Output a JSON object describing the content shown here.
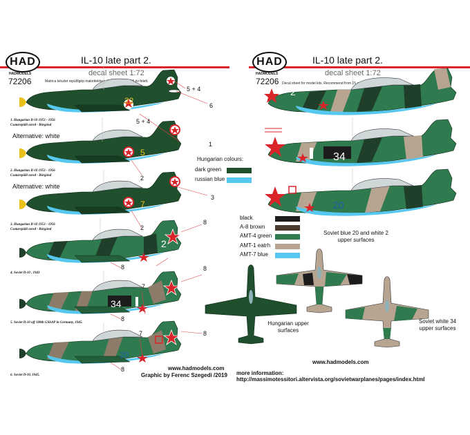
{
  "header": {
    "logo_text": "HAD",
    "brand": "HADMODELS",
    "left": {
      "code": "72206",
      "title": "IL-10 late part 2.",
      "subtitle": "decal sheet 1:72",
      "note": "Matrica készlet repülőgép makettekhez. Ajánlott életkor 15 év felett."
    },
    "right": {
      "code": "72206",
      "title": "IL-10 late part 2.",
      "subtitle": "decal sheet 1:72",
      "note": "Decal sheet for model kits. Recommend from 15 age and over."
    }
  },
  "captions": [
    {
      "line1": "1. Hungarian Il-10 1953 - 1956",
      "line2": "Csatarepülő ezred - Börgönd"
    },
    {
      "line1": "2. Hungarian Il-10 1953 - 1956",
      "line2": "Csatarepülő ezred - Börgönd"
    },
    {
      "line1": "3. Hungarian Il-10 1953 - 1956",
      "line2": "Csatarepülő ezred - Börgönd"
    },
    {
      "line1": "4. Soviet Il-10 , 1943",
      "line2": ""
    },
    {
      "line1": "5. Soviet Il-10 off 108th GShAP in Germany, 1945.",
      "line2": ""
    },
    {
      "line1": "6. Soviet Il-10, 1945.",
      "line2": ""
    }
  ],
  "alternatives": [
    "Alternative: white",
    "Alternative: white"
  ],
  "aircraft_numbers": [
    "22",
    "5",
    "7",
    "2",
    "34",
    "20",
    "2",
    "34",
    "20"
  ],
  "callouts": [
    "5 + 4",
    "6",
    "5 + 4",
    "1",
    "2",
    "3",
    "2",
    "8",
    "8",
    "8",
    "7",
    "8",
    "8",
    "7",
    "8"
  ],
  "hungarian_colours": {
    "title": "Hungarian colours:",
    "items": [
      {
        "label": "dark green",
        "color": "#1f4f2c"
      },
      {
        "label": "russian blue",
        "color": "#56c8ef"
      }
    ]
  },
  "soviet_colours": [
    {
      "label": "black",
      "color": "#1c1c1c"
    },
    {
      "label": "A-8 brown",
      "color": "#4a3a30"
    },
    {
      "label": "AMT-4 green",
      "color": "#2f7a4e"
    },
    {
      "label": "AMT-1 eatrh",
      "color": "#b7a592"
    },
    {
      "label": "AMT-7 blue",
      "color": "#56c8ef"
    }
  ],
  "views": {
    "soviet_blue": "Soviet blue 20 and white 2 upper surfaces",
    "hungarian": "Hungarian upper surfaces",
    "soviet_white": "Soviet white 34 upper surfaces"
  },
  "footer": {
    "url": "www.hadmodels.com",
    "credit": "Graphic by Ferenc Szegedi /2019",
    "url2": "www.hadmodels.com",
    "more_info": "more information: http://massimotessitori.altervista.org/sovietwarplanes/pages/index.html"
  },
  "colors": {
    "accent_red": "#d9242a",
    "dark_green": "#1f4f2c",
    "russian_blue": "#56c8ef",
    "soviet_green": "#2f7a4e",
    "soviet_earth": "#b7a592",
    "black": "#1c1c1c",
    "spinner_yellow": "#e8c21a"
  }
}
